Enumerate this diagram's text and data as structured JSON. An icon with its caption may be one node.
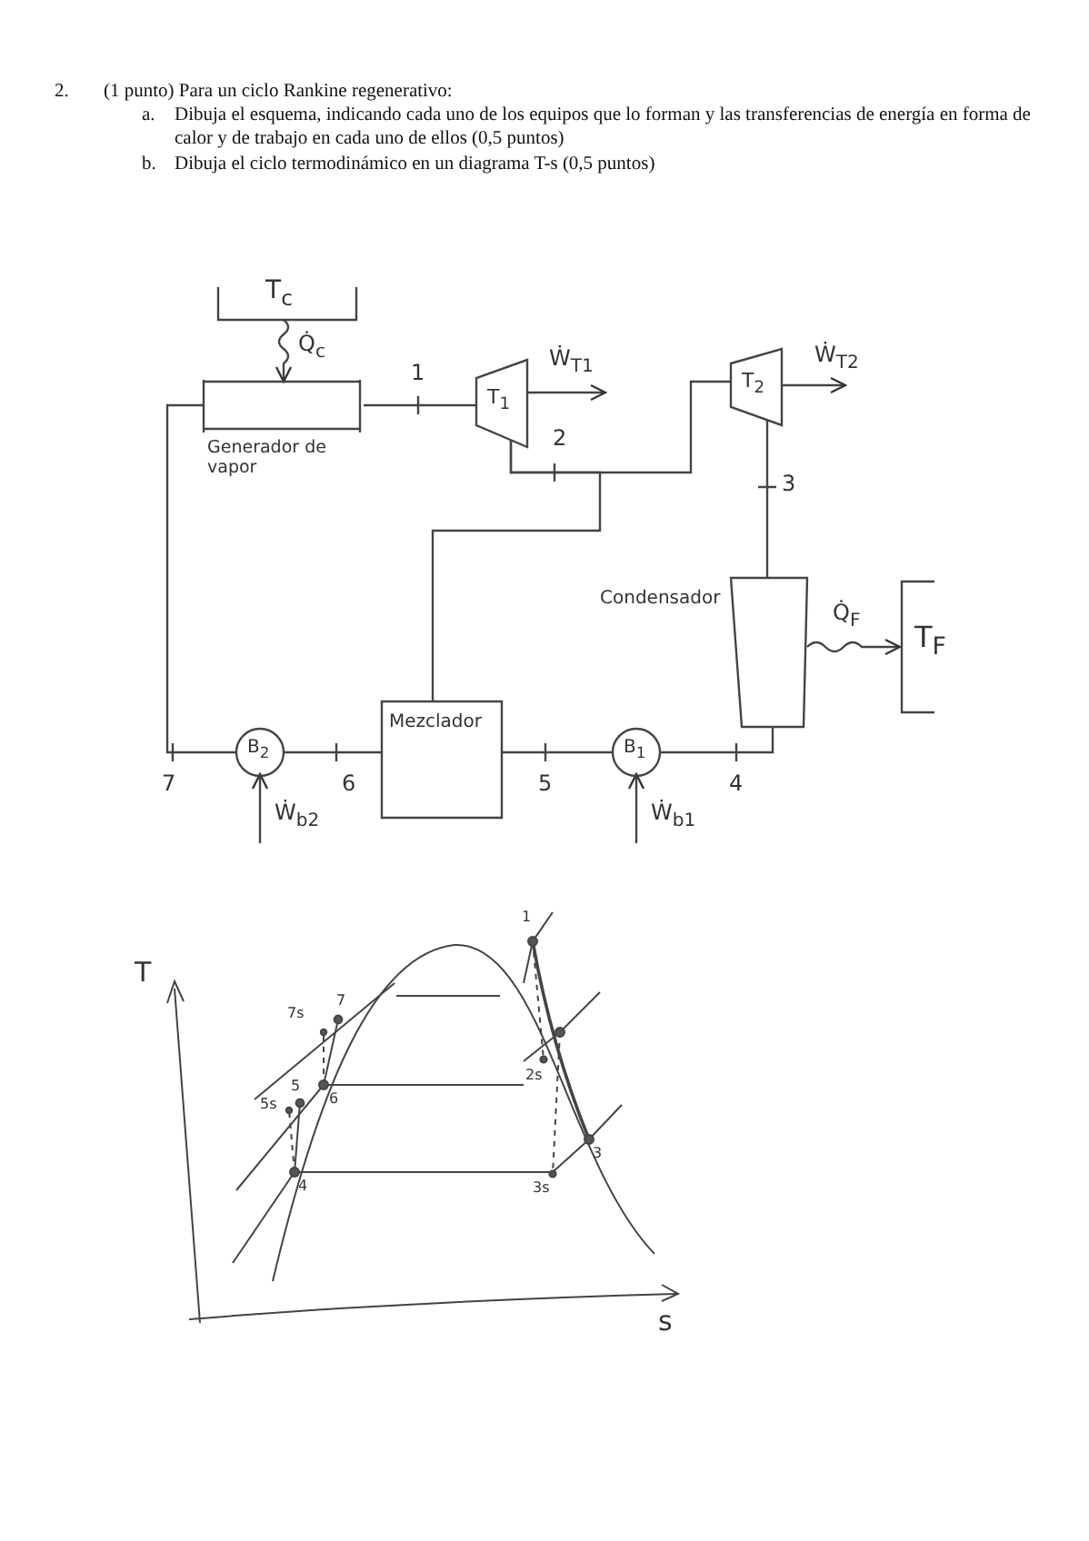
{
  "diagram": {
    "nodes": [
      {
        "text": [
          "T$_{c}$"
        ]
      },
      {
        "text": [
          "Generador de vapor"
        ]
      },
      {
        "text": [
          "T$_{1}$"
        ]
      },
      {
        "text": [
          "T$_{2}$"
        ]
      },
      {
        "text": [
          "Condensador"
        ]
      },
      {
        "text": [
          "T$_{F}$"
        ]
      },
      {
        "text": [
          "B$_{1}$"
        ]
      },
      {
        "text": [
          "Mezclador"
        ]
      },
      {
        "text": [
          "B$_{2}$"
        ]
      }
    ],
    "edges": [
      {
        "from": 0,
        "to": 1,
        "arrow": "to",
        "label": "Q̇$_{c}$"
      },
      {
        "from": 1,
        "to": 2,
        "arrow": "none",
        "label": "1"
      },
      {
        "from": 2,
        "to": 3,
        "arrow": "none"
      },
      {
        "from": 2,
        "to": 7,
        "arrow": "none"
      },
      {
        "from": 3,
        "to": 4,
        "arrow": "none",
        "label": "3"
      },
      {
        "from": 4,
        "to": 5,
        "arrow": "to",
        "label": "Q̇$_{F}$"
      },
      {
        "from": 4,
        "to": 6,
        "arrow": "none",
        "label": "4"
      },
      {
        "from": 6,
        "to": 7,
        "arrow": "none",
        "label": "5"
      },
      {
        "from": 7,
        "to": 8,
        "arrow": "none",
        "label": "6"
      },
      {
        "from": 8,
        "to": 1,
        "arrow": "none",
        "label": "7"
      },
      {
        "from": 2,
        "to": null,
        "arrow": "to",
        "label": "Ẇ$_{T1}$"
      },
      {
        "from": 3,
        "to": null,
        "arrow": "to",
        "label": "Ẇ$_{T2}$"
      },
      {
        "from": null,
        "to": 8,
        "arrow": "to",
        "label": "Ẇ$_{b2}$"
      },
      {
        "from": null,
        "to": 6,
        "arrow": "to",
        "label": "Ẇ$_{b1}$"
      }
    ],
    "labels": [
      "2.",
      "(1 punto) Para un ciclo Rankine regenerativo:",
      "a.",
      "Dibuja el esquema, indicando cada uno de los equipos que lo forman y las transferencias de energía en forma de calor y de trabajo en cada uno de ellos (0,5 puntos)",
      "b.",
      "Dibuja el ciclo termodinámico en un diagrama T-s (0,5 puntos)",
      "2",
      "T",
      "1",
      "7s",
      "7",
      "2s",
      "5s",
      "5",
      "6",
      "3",
      "4",
      "3s",
      "s"
    ]
  }
}
